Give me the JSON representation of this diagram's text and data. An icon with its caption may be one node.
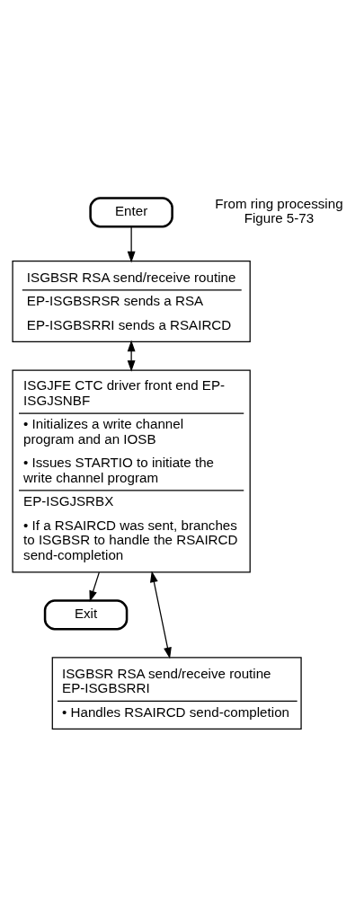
{
  "diagram": {
    "nodes": [
      {
        "text": [
          "Enter"
        ],
        "beside": [
          "From ring processing Figure 5-73"
        ]
      },
      {
        "text": [
          "ISGBSR RSA send/receive routine",
          "EP-ISGBSRSR sends a RSA",
          "EP-ISGBSRRI sends a RSAIRCD"
        ]
      },
      {
        "text": [
          "ISGJFE CTC driver front end EP-ISGJSNBF",
          "• Initializes a write channel program and an IOSB",
          "• Issues STARTIO to initiate the write channel program",
          "EP-ISGJSRBX",
          "• If a RSAIRCD was sent, branches to ISGBSR to handle the RSAIRCD send-completion"
        ]
      },
      {
        "text": [
          "Exit"
        ]
      },
      {
        "text": [
          "ISGBSR RSA send/receive routine EP-ISGBSRRI",
          "• Handles RSAIRCD send-completion"
        ]
      }
    ],
    "edges": [
      {
        "from": 0,
        "to": 1,
        "arrow": "to"
      },
      {
        "from": 1,
        "to": 2,
        "arrow": "both"
      },
      {
        "from": 2,
        "to": 3,
        "arrow": "to"
      },
      {
        "from": 2,
        "to": 4,
        "arrow": "both"
      }
    ]
  }
}
